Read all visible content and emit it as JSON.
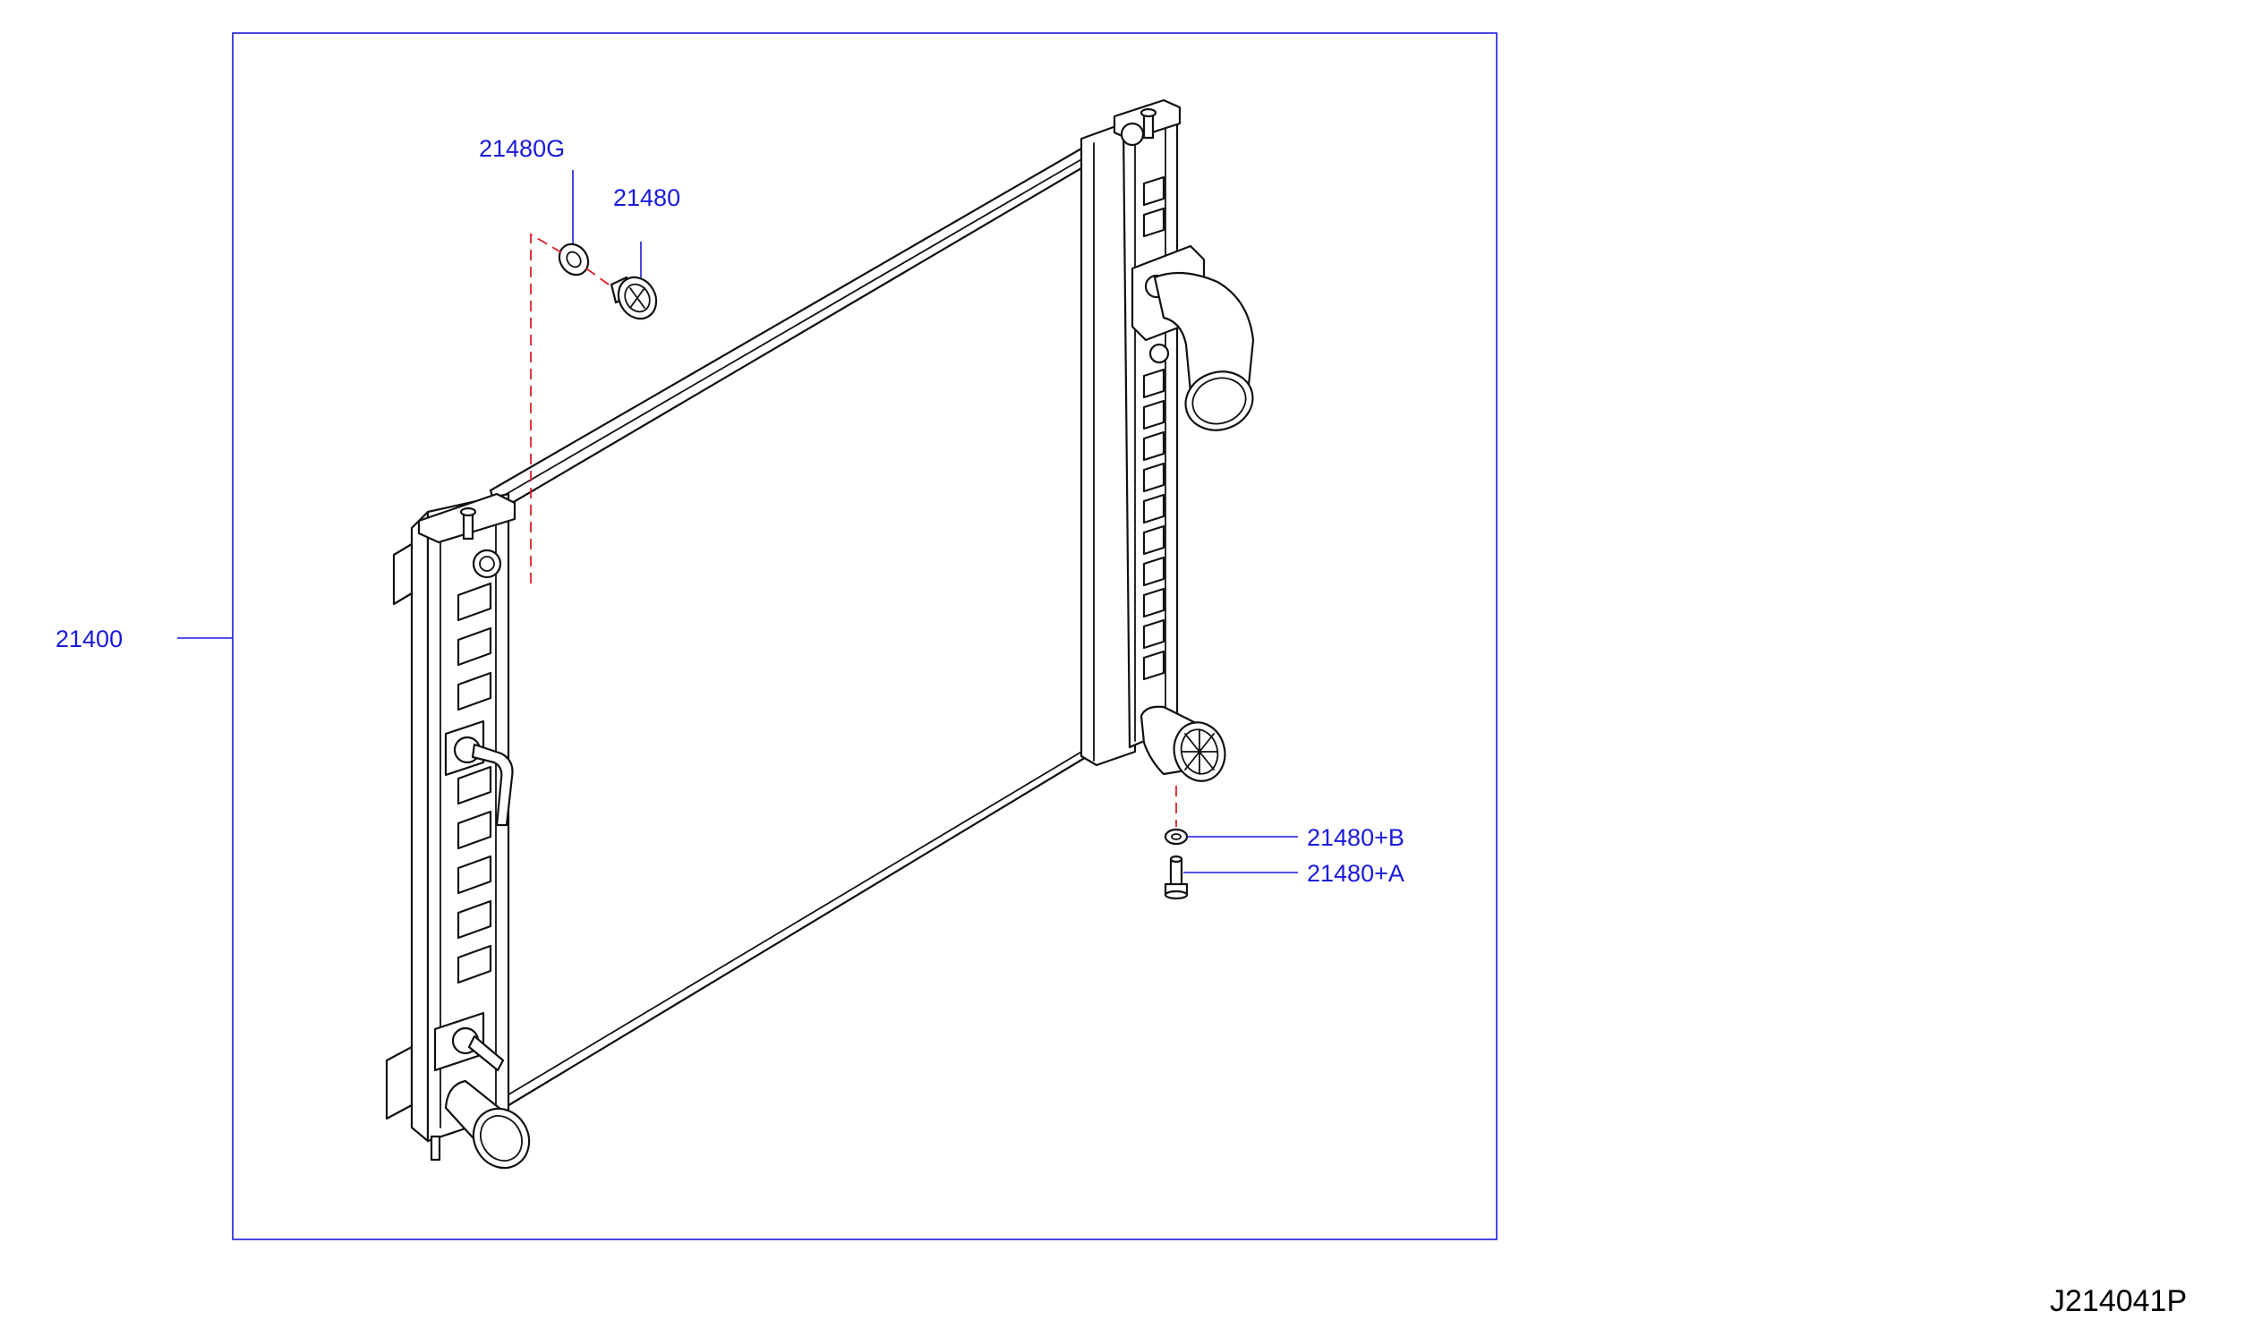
{
  "diagram": {
    "drawing_code": "J214041P",
    "colors": {
      "label": "#1a1adb",
      "leader": "#1a1adb",
      "frame": "#1a1adb",
      "assembly_line": "#e0202a",
      "line_art": "#111111"
    },
    "callouts": [
      {
        "id": "radiator",
        "text": "21400"
      },
      {
        "id": "drain_plug_seal",
        "text": "21480G"
      },
      {
        "id": "drain_plug",
        "text": "21480"
      },
      {
        "id": "seal_b",
        "text": "21480+B"
      },
      {
        "id": "bolt_a",
        "text": "21480+A"
      }
    ]
  }
}
